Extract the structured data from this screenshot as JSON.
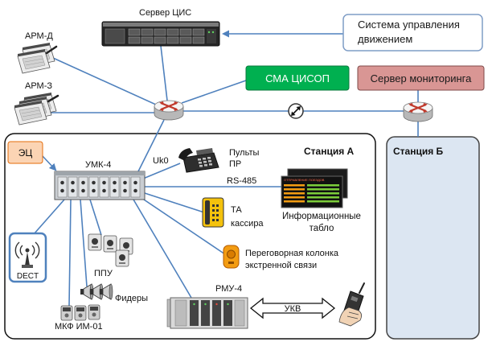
{
  "diagram": {
    "colors": {
      "connector": "#4f81bd",
      "sma_cisop_box": "#00b050",
      "monitoring_server_box": "#d99694",
      "ec_box": "#fbd4b4",
      "station_b_fill": "#dce6f2",
      "dect_border": "#4f81bd"
    },
    "nodes": {
      "server_cis": {
        "label": "Сервер ЦИС",
        "icon": "server-icon"
      },
      "traffic_control_system": {
        "label_lines": [
          "Система управления",
          "движением"
        ]
      },
      "arm_d": {
        "label": "АРМ-Д",
        "icon": "workstation-icon"
      },
      "arm_z": {
        "label": "АРМ-З",
        "icon": "workstation-icon"
      },
      "core_router": {
        "icon": "router-icon"
      },
      "sma_cisop": {
        "label": "СМА ЦИСОП"
      },
      "monitoring_server": {
        "label": "Сервер мониторинга"
      },
      "wan_link": {
        "icon": "link-arrows-icon"
      },
      "station_router": {
        "icon": "router-icon"
      },
      "station_a": {
        "label": "Станция А"
      },
      "station_b": {
        "label": "Станция Б"
      },
      "ec": {
        "label": "ЭЦ"
      },
      "umk4": {
        "label": "УМК-4",
        "icon": "rack-device-icon"
      },
      "uk0": {
        "label": "Uk0"
      },
      "consoles": {
        "label_lines": [
          "Пульты",
          "ПР"
        ],
        "icon": "desk-phone-icon"
      },
      "rs485": {
        "label": "RS-485"
      },
      "info_boards": {
        "label_lines": [
          "Информационные",
          "табло"
        ],
        "board_header": "ОТПРАВЛЕНИЕ ПОЕЗДОВ",
        "icon": "display-board-icon"
      },
      "cashier_phone": {
        "label_lines": [
          "ТА",
          "кассира"
        ],
        "icon": "telephone-icon"
      },
      "emergency_intercom": {
        "label_lines": [
          "Переговорная колонка",
          "экстренной связи"
        ],
        "icon": "intercom-icon"
      },
      "dect": {
        "label": "DECT",
        "icon": "antenna-icon"
      },
      "ppu": {
        "label": "ППУ",
        "icon": "control-panel-icon"
      },
      "feeders": {
        "label": "Фидеры",
        "icon": "horn-speaker-icon"
      },
      "mkf": {
        "label": "МКФ ИМ-01",
        "icon": "microphone-device-icon"
      },
      "rmu4": {
        "label": "РМУ-4",
        "icon": "rack-device-icon"
      },
      "ukv": {
        "label": "УКВ"
      },
      "radio": {
        "icon": "handheld-radio-icon"
      }
    }
  }
}
